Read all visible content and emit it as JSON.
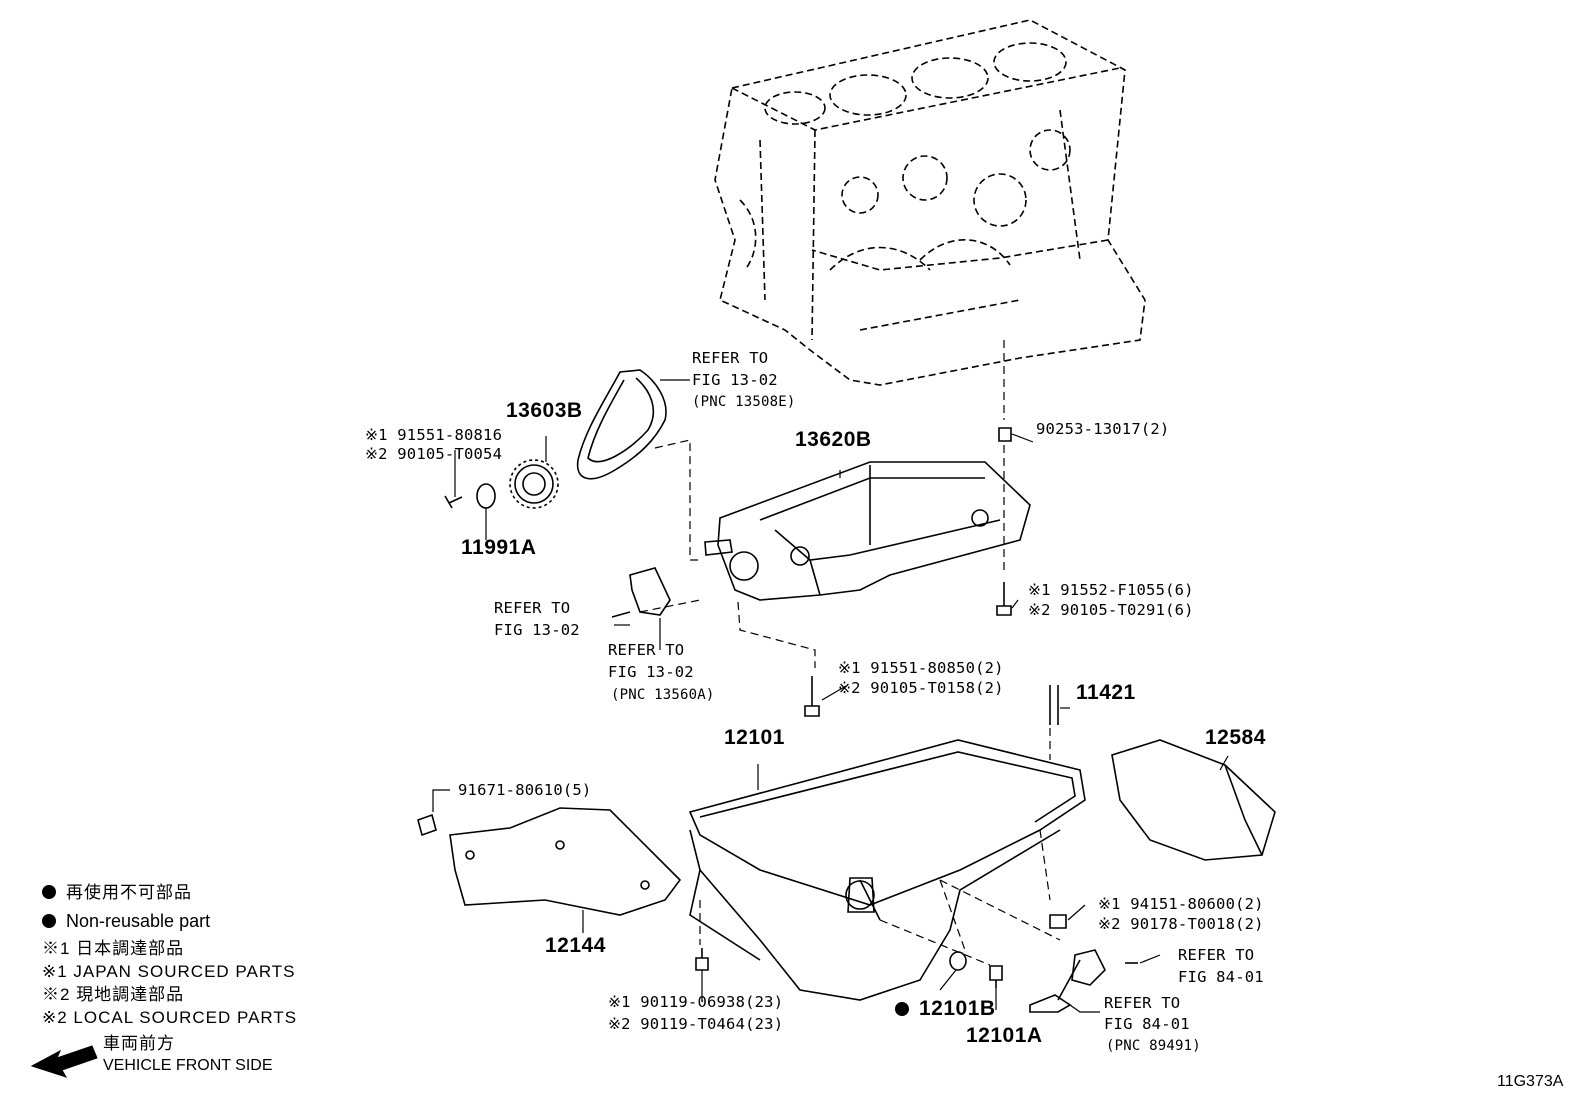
{
  "diagram_id": "11G373A",
  "callouts": {
    "refer_chain": [
      "REFER TO",
      "FIG 13-02",
      "(PNC 13508E)"
    ],
    "p13603b": "13603B",
    "p13603b_j": "※1 91551-80816",
    "p13603b_l": "※2 90105-T0054",
    "p11991a": "11991A",
    "p13620b": "13620B",
    "p90253": "90253-13017(2)",
    "p91552_j": "※1 91552-F1055(6)",
    "p91552_l": "※2 90105-T0291(6)",
    "refer_tens_left": [
      "REFER TO",
      "FIG 13-02"
    ],
    "refer_tens_bottom": [
      "REFER TO",
      "FIG 13-02",
      "(PNC 13560A)"
    ],
    "p91551_j": "※1 91551-80850(2)",
    "p91551_l": "※2 90105-T0158(2)",
    "p11421": "11421",
    "p12101": "12101",
    "p12584": "12584",
    "p91671": "91671-80610(5)",
    "p12144": "12144",
    "p94151_j": "※1 94151-80600(2)",
    "p94151_l": "※2 90178-T0018(2)",
    "refer_84_right": [
      "REFER TO",
      "FIG 84-01"
    ],
    "refer_84_bottom": [
      "REFER TO",
      "FIG 84-01",
      "(PNC 89491)"
    ],
    "p90119_j": "※1 90119-06938(23)",
    "p90119_l": "※2 90119-T0464(23)",
    "p12101b": "12101B",
    "p12101a": "12101A"
  },
  "legend": {
    "nonreuse_jp": "再使用不可部品",
    "nonreuse_en": "Non-reusable part",
    "japan_jp": "※1 日本調達部品",
    "japan_en": "※1 JAPAN SOURCED PARTS",
    "local_jp": "※2 現地調達部品",
    "local_en": "※2 LOCAL SOURCED PARTS",
    "front_jp": "車両前方",
    "front_en": "VEHICLE FRONT SIDE"
  }
}
